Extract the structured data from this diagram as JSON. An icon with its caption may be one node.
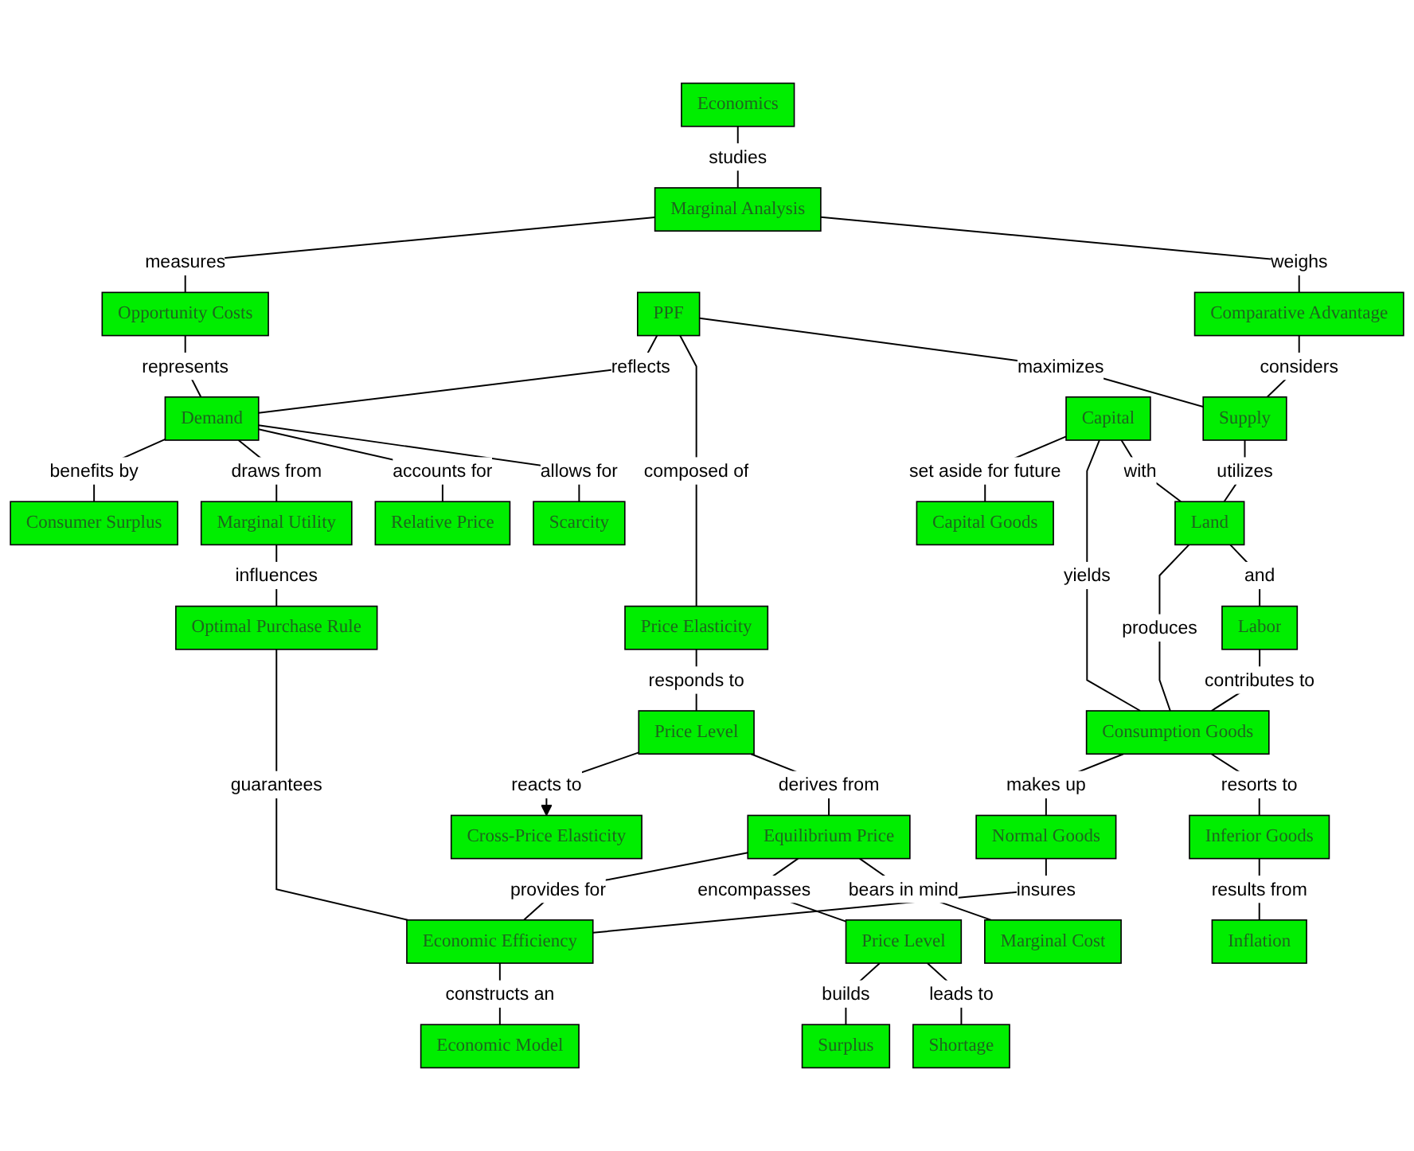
{
  "diagram": {
    "nodes": [
      {
        "text": [
          "Economics"
        ]
      },
      {
        "text": [
          "Marginal Analysis"
        ]
      },
      {
        "text": [
          "Comparative Advantage"
        ]
      },
      {
        "text": [
          "PPF"
        ]
      },
      {
        "text": [
          "Opportunity Costs"
        ]
      },
      {
        "text": [
          "Supply"
        ]
      },
      {
        "text": [
          "Price Elasticity"
        ]
      },
      {
        "text": [
          "Demand"
        ]
      },
      {
        "text": [
          "Capital"
        ]
      },
      {
        "text": [
          "Land"
        ]
      },
      {
        "text": [
          "Labor"
        ]
      },
      {
        "text": [
          "Scarcity"
        ]
      },
      {
        "text": [
          "Relative Price"
        ]
      },
      {
        "text": [
          "Price Level"
        ]
      },
      {
        "text": [
          "Capital Goods"
        ]
      },
      {
        "text": [
          "Consumption Goods"
        ]
      },
      {
        "text": [
          "Equilibrium Price"
        ]
      },
      {
        "text": [
          "Cross-Price Elasticity"
        ]
      },
      {
        "text": [
          "Marginal Utility"
        ]
      },
      {
        "text": [
          "Consumer Surplus"
        ]
      },
      {
        "text": [
          "Inferior Goods"
        ]
      },
      {
        "text": [
          "Normal Goods"
        ]
      },
      {
        "text": [
          "Marginal Cost"
        ]
      },
      {
        "text": [
          "Price Level"
        ]
      },
      {
        "text": [
          "Shortage"
        ]
      },
      {
        "text": [
          "Surplus"
        ]
      },
      {
        "text": [
          "Optimal Purchase Rule"
        ]
      },
      {
        "text": [
          "Inflation"
        ]
      },
      {
        "text": [
          "Economic Efficiency"
        ]
      },
      {
        "text": [
          "Economic Model"
        ]
      }
    ],
    "edges": [
      {
        "from": 0,
        "to": 1,
        "arrow": "none",
        "label": "studies"
      },
      {
        "from": 1,
        "to": 2,
        "arrow": "none",
        "label": "weighs"
      },
      {
        "from": 1,
        "to": 4,
        "arrow": "none",
        "label": "measures"
      },
      {
        "from": 2,
        "to": 5,
        "arrow": "none",
        "label": "considers"
      },
      {
        "from": 3,
        "to": 5,
        "arrow": "none",
        "label": "maximizes"
      },
      {
        "from": 3,
        "to": 6,
        "arrow": "none",
        "label": "composed of"
      },
      {
        "from": 3,
        "to": 7,
        "arrow": "none",
        "label": "reflects"
      },
      {
        "from": 4,
        "to": 7,
        "arrow": "none",
        "label": "represents"
      },
      {
        "from": 5,
        "to": 9,
        "arrow": "none",
        "label": "utilizes"
      },
      {
        "from": 8,
        "to": 9,
        "arrow": "none",
        "label": "with"
      },
      {
        "from": 9,
        "to": 10,
        "arrow": "none",
        "label": "and"
      },
      {
        "from": 8,
        "to": 15,
        "arrow": "none",
        "label": "yields"
      },
      {
        "from": 9,
        "to": 15,
        "arrow": "none",
        "label": "produces"
      },
      {
        "from": 10,
        "to": 15,
        "arrow": "none",
        "label": "contributes to"
      },
      {
        "from": 8,
        "to": 14,
        "arrow": "none",
        "label": "set aside for future"
      },
      {
        "from": 6,
        "to": 13,
        "arrow": "none",
        "label": "responds to"
      },
      {
        "from": 13,
        "to": 16,
        "arrow": "none",
        "label": "derives from"
      },
      {
        "from": 13,
        "to": 17,
        "arrow": "to",
        "label": "reacts to"
      },
      {
        "from": 7,
        "to": 11,
        "arrow": "none",
        "label": "allows for"
      },
      {
        "from": 7,
        "to": 12,
        "arrow": "none",
        "label": "accounts for"
      },
      {
        "from": 7,
        "to": 18,
        "arrow": "none",
        "label": "draws from"
      },
      {
        "from": 7,
        "to": 19,
        "arrow": "none",
        "label": "benefits by"
      },
      {
        "from": 15,
        "to": 20,
        "arrow": "none",
        "label": "resorts to"
      },
      {
        "from": 15,
        "to": 21,
        "arrow": "none",
        "label": "makes up"
      },
      {
        "from": 20,
        "to": 27,
        "arrow": "none",
        "label": "results from"
      },
      {
        "from": 16,
        "to": 22,
        "arrow": "none",
        "label": "bears in mind"
      },
      {
        "from": 16,
        "to": 23,
        "arrow": "none",
        "label": "encompasses"
      },
      {
        "from": 16,
        "to": 28,
        "arrow": "none",
        "label": "provides for"
      },
      {
        "from": 23,
        "to": 24,
        "arrow": "none",
        "label": "leads to"
      },
      {
        "from": 23,
        "to": 25,
        "arrow": "none",
        "label": "builds"
      },
      {
        "from": 18,
        "to": 26,
        "arrow": "none",
        "label": "influences"
      },
      {
        "from": 21,
        "to": 28,
        "arrow": "none",
        "label": "insures"
      },
      {
        "from": 26,
        "to": 28,
        "arrow": "none",
        "label": "guarantees"
      },
      {
        "from": 28,
        "to": 29,
        "arrow": "none",
        "label": "constructs an"
      }
    ]
  }
}
